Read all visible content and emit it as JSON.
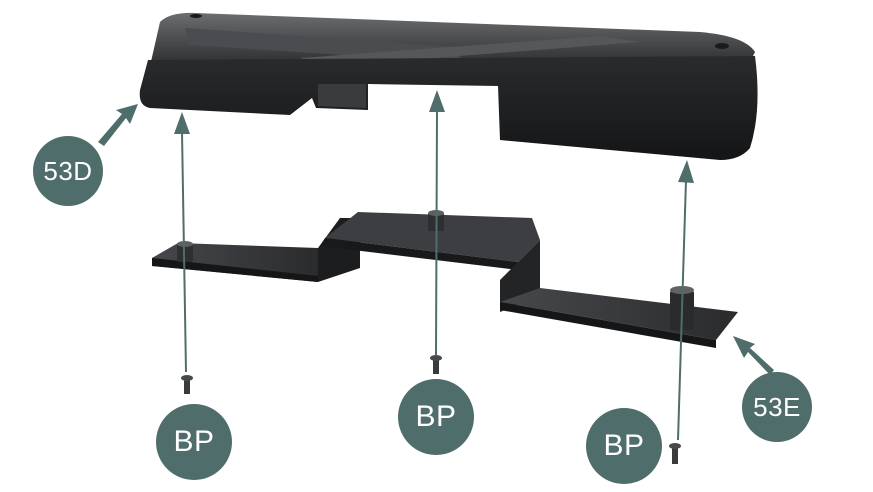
{
  "colors": {
    "callout": "#4f6d6b",
    "arrow": "#4f6d6b",
    "part": "#2a2b2d",
    "part_highlight": "#5a5c5f",
    "part_shadow": "#17181a"
  },
  "parts": {
    "cover": {
      "label": "53D"
    },
    "bracket": {
      "label": "53E"
    }
  },
  "screws": [
    {
      "label": "BP"
    },
    {
      "label": "BP"
    },
    {
      "label": "BP"
    }
  ]
}
